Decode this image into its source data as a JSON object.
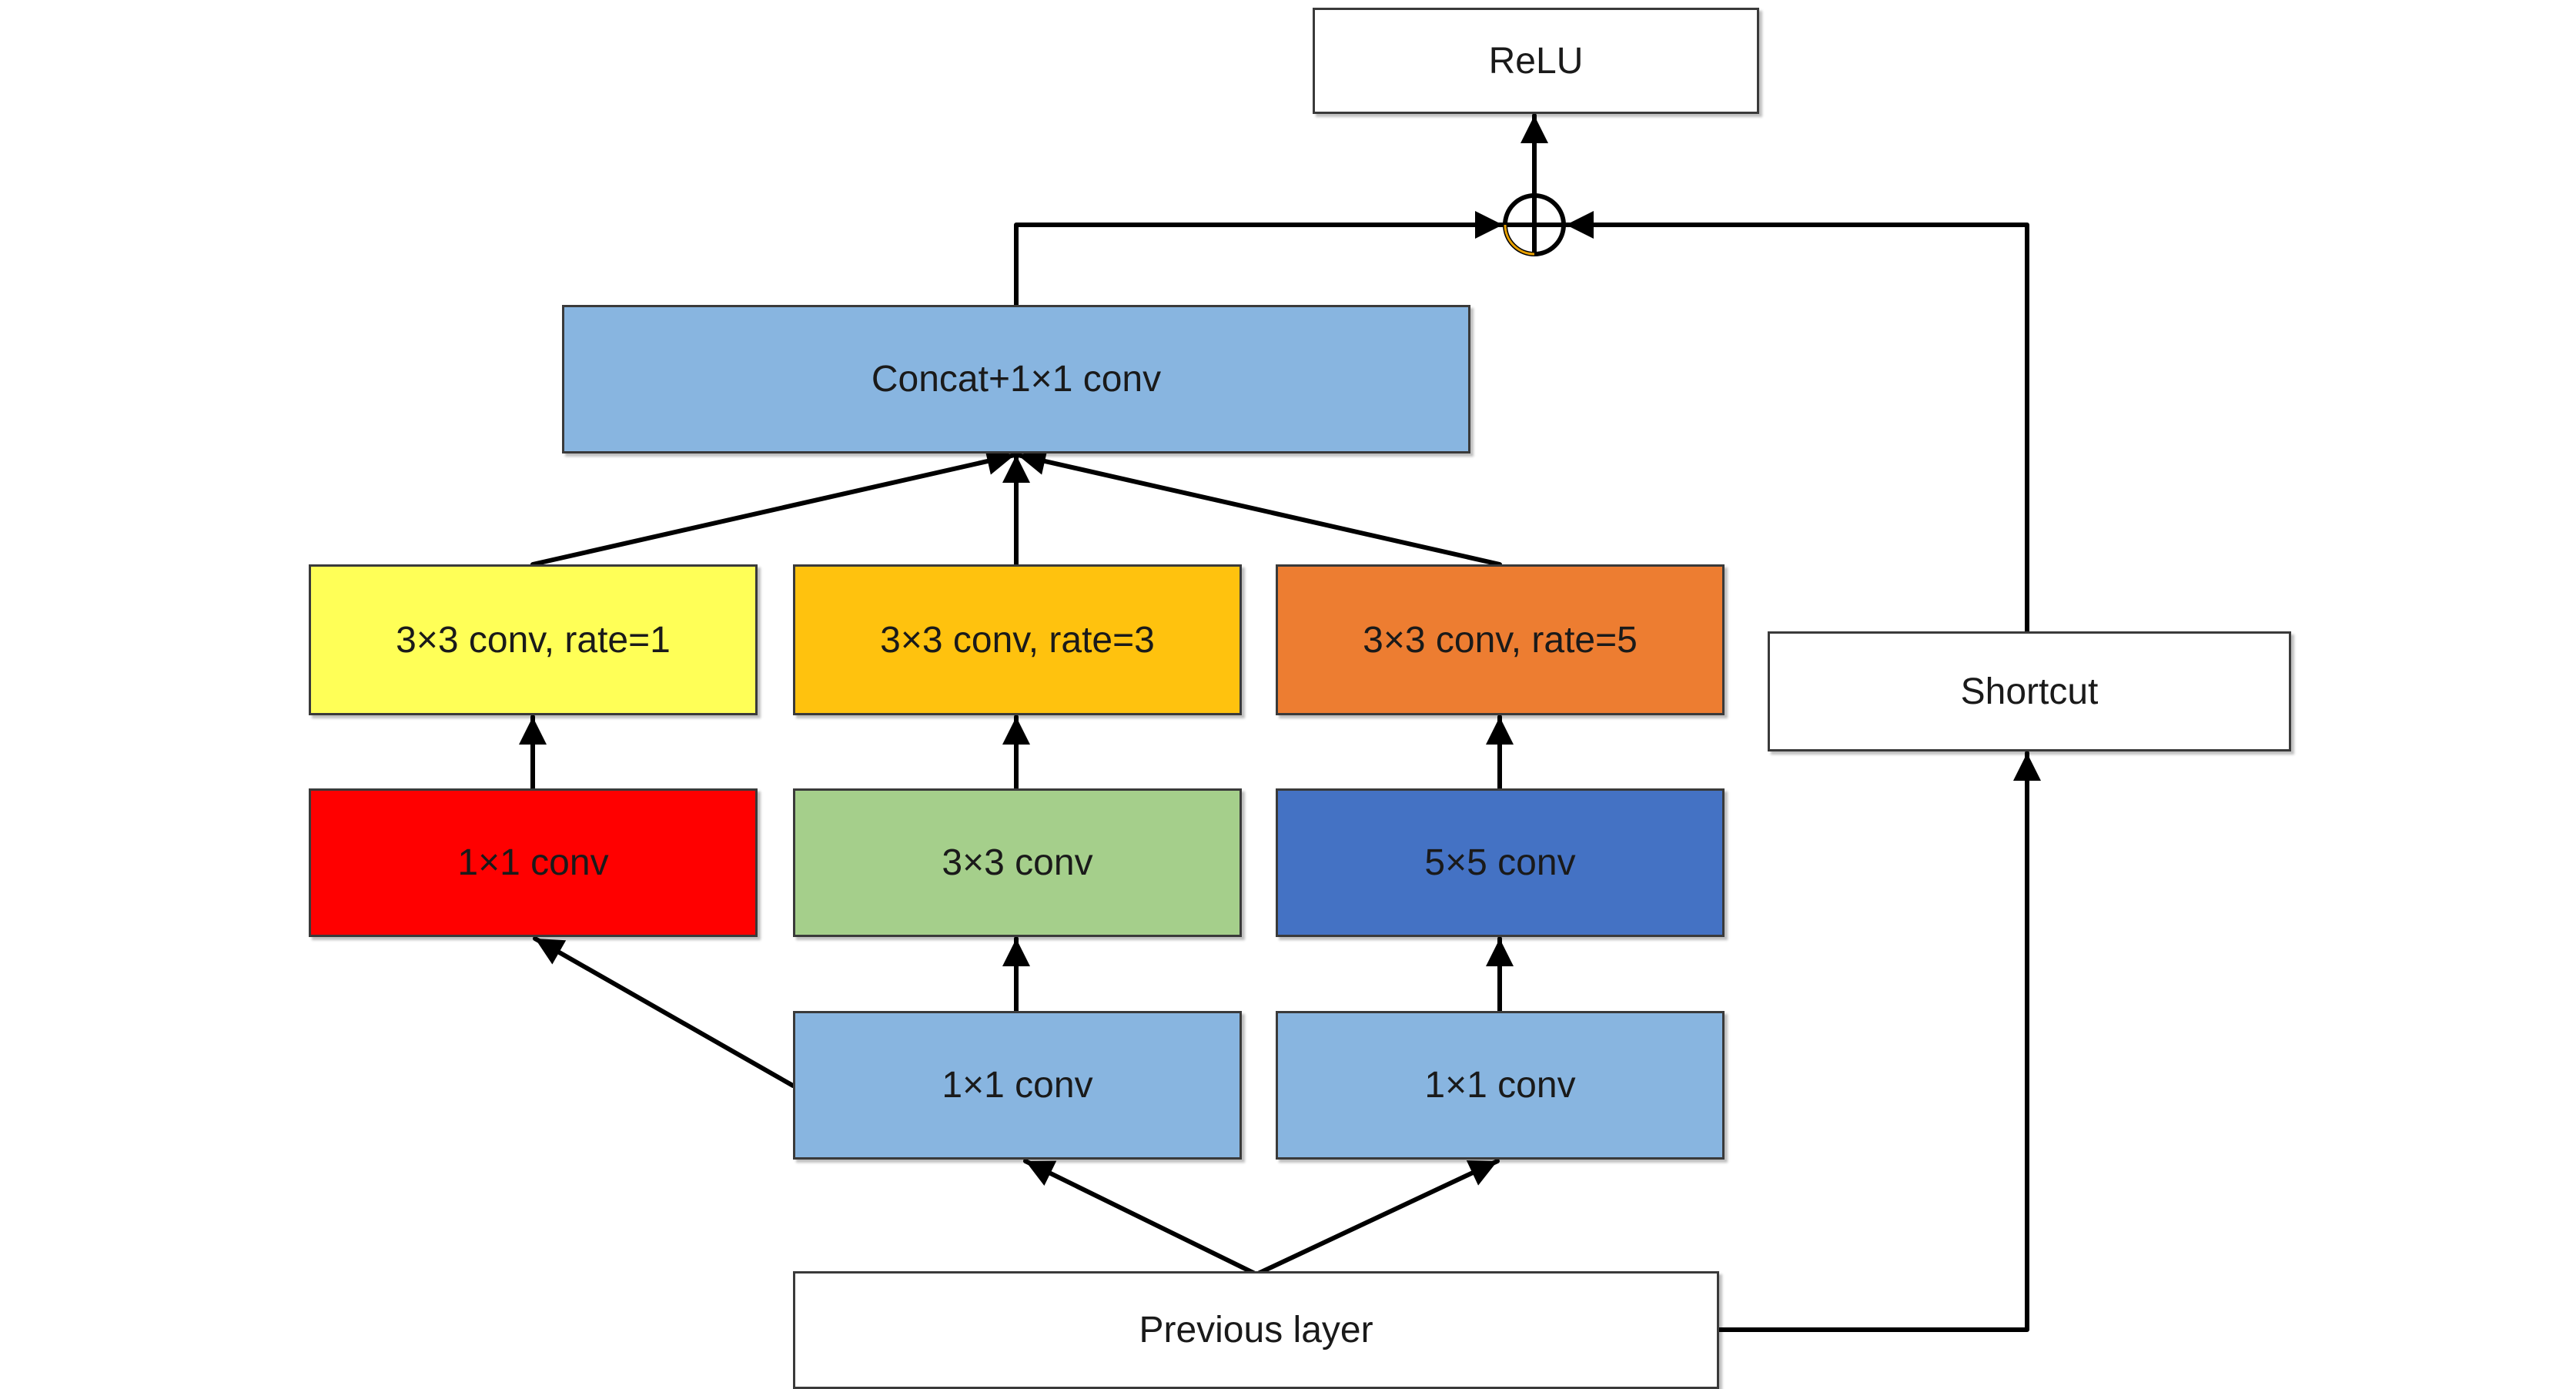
{
  "diagram": {
    "blocks": {
      "relu": {
        "label": "ReLU",
        "color": "#ffffff"
      },
      "concat": {
        "label": "Concat+1×1 conv",
        "color": "#88b5e0"
      },
      "dilated_rate1": {
        "label": "3×3 conv, rate=1",
        "color": "#ffff57"
      },
      "dilated_rate3": {
        "label": "3×3 conv, rate=3",
        "color": "#ffc20e"
      },
      "dilated_rate5": {
        "label": "3×3 conv, rate=5",
        "color": "#ed7d31"
      },
      "conv1x1_red": {
        "label": "1×1 conv",
        "color": "#ff0000"
      },
      "conv3x3_green": {
        "label": "3×3 conv",
        "color": "#a5cf8b"
      },
      "conv5x5_blue": {
        "label": "5×5 conv",
        "color": "#4472c4"
      },
      "reduce_left": {
        "label": "1×1 conv",
        "color": "#88b5e0"
      },
      "reduce_right": {
        "label": "1×1 conv",
        "color": "#88b5e0"
      },
      "previous_layer": {
        "label": "Previous layer",
        "color": "#ffffff"
      },
      "shortcut": {
        "label": "Shortcut",
        "color": "#ffffff"
      }
    },
    "sum_node": {
      "symbol": "⊕"
    },
    "line_color": "#000000"
  }
}
